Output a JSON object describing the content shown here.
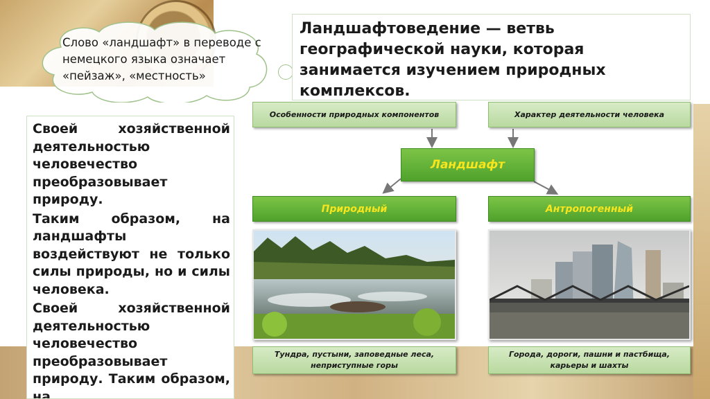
{
  "cloud": {
    "text": "Слово «ландшафт» в переводе с немецкого языка означает «пейзаж», «местность»"
  },
  "definition": {
    "text": "Ландшафтоведение — ветвь географической науки, которая занимается изучением природных комплексов."
  },
  "left_text": {
    "p1": "Своей хозяйственной деятельностью человечество преобразовывает природу.",
    "p2": "Таким образом, на ландшафты воздействуют не только силы природы, но и силы человека.",
    "p3": "Своей хозяйственной деятельностью человечество преобразовывает природу. Таким образом, на"
  },
  "diagram": {
    "top_left": "Особенности природных компонентов",
    "top_right": "Характер деятельности человека",
    "center": "Ландшафт",
    "natural": "Природный",
    "anthropogenic": "Антропогенный",
    "natural_desc": "Тундра, пустыни, заповедные леса, неприступные горы",
    "anthropogenic_desc": "Города, дороги, пашни и пастбища, карьеры и шахты"
  },
  "colors": {
    "box_light": "#c6e2ae",
    "box_dark": "#5aae33",
    "label_yellow": "#f7e51d"
  }
}
